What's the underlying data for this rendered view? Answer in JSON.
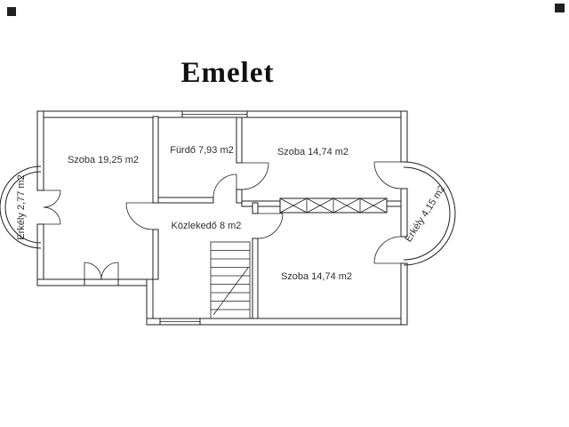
{
  "title": "Emelet",
  "rooms": {
    "szoba_left": "Szoba 19,25 m2",
    "furdo": "Fürdő 7,93 m2",
    "szoba_top_right": "Szoba 14,74 m2",
    "kozlekedo": "Közlekedő 8 m2",
    "szoba_bottom_right": "Szoba 14,74 m2"
  },
  "balconies": {
    "left": "Erkély 2,77 m2",
    "right": "Erkély 4,15 m2"
  },
  "colors": {
    "wall_line": "#1f1f1f",
    "background": "#ffffff",
    "text": "#2e2e2e"
  }
}
